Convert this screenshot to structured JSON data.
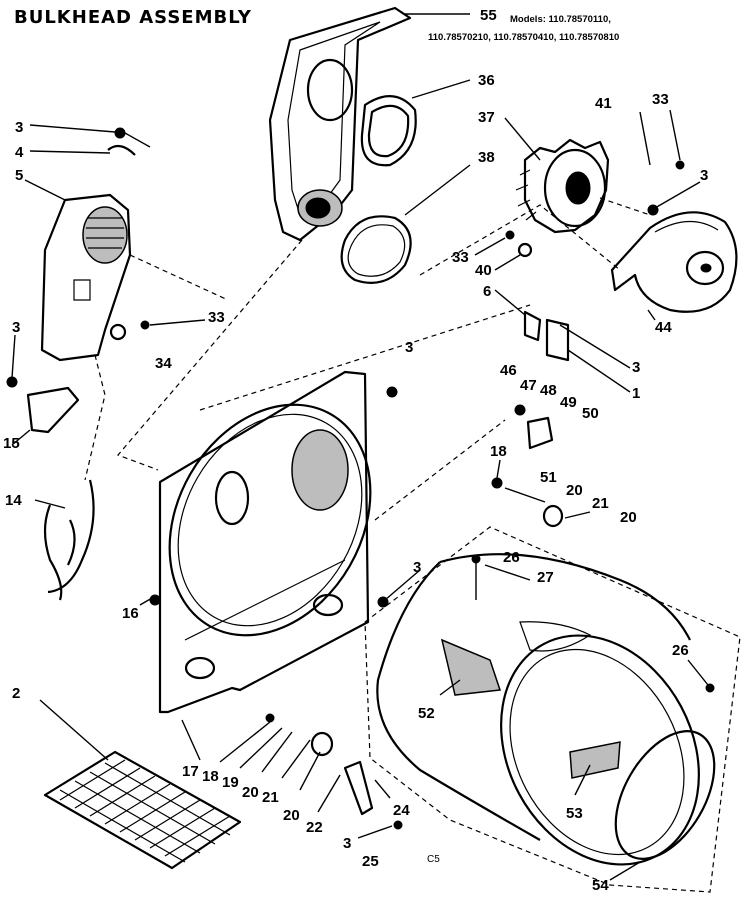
{
  "title": "BULKHEAD ASSEMBLY",
  "models_line1": "Models: 110.78570110,",
  "models_line2": "110.78570210, 110.78570410, 110.78570810",
  "watermark": "C5",
  "callouts": {
    "c55": "55",
    "c36": "36",
    "c37": "37",
    "c38": "38",
    "c41": "41",
    "c33a": "33",
    "c3a": "3",
    "c3b": "3",
    "c4": "4",
    "c5": "5",
    "c33b": "33",
    "c40": "40",
    "c6": "6",
    "c3c": "3",
    "c33c": "33",
    "c34": "34",
    "c44": "44",
    "c3d": "3",
    "c1": "1",
    "c3e": "3",
    "c46": "46",
    "c47": "47",
    "c48": "48",
    "c49": "49",
    "c50": "50",
    "c15": "15",
    "c18a": "18",
    "c51": "51",
    "c20a": "20",
    "c21a": "21",
    "c20b": "20",
    "c14": "14",
    "c26a": "26",
    "c3f": "3",
    "c27": "27",
    "c16": "16",
    "c26b": "26",
    "c2": "2",
    "c52": "52",
    "c17": "17",
    "c18b": "18",
    "c19": "19",
    "c20c": "20",
    "c21b": "21",
    "c20d": "20",
    "c22": "22",
    "c24": "24",
    "c53": "53",
    "c3g": "3",
    "c25": "25",
    "c54": "54"
  }
}
